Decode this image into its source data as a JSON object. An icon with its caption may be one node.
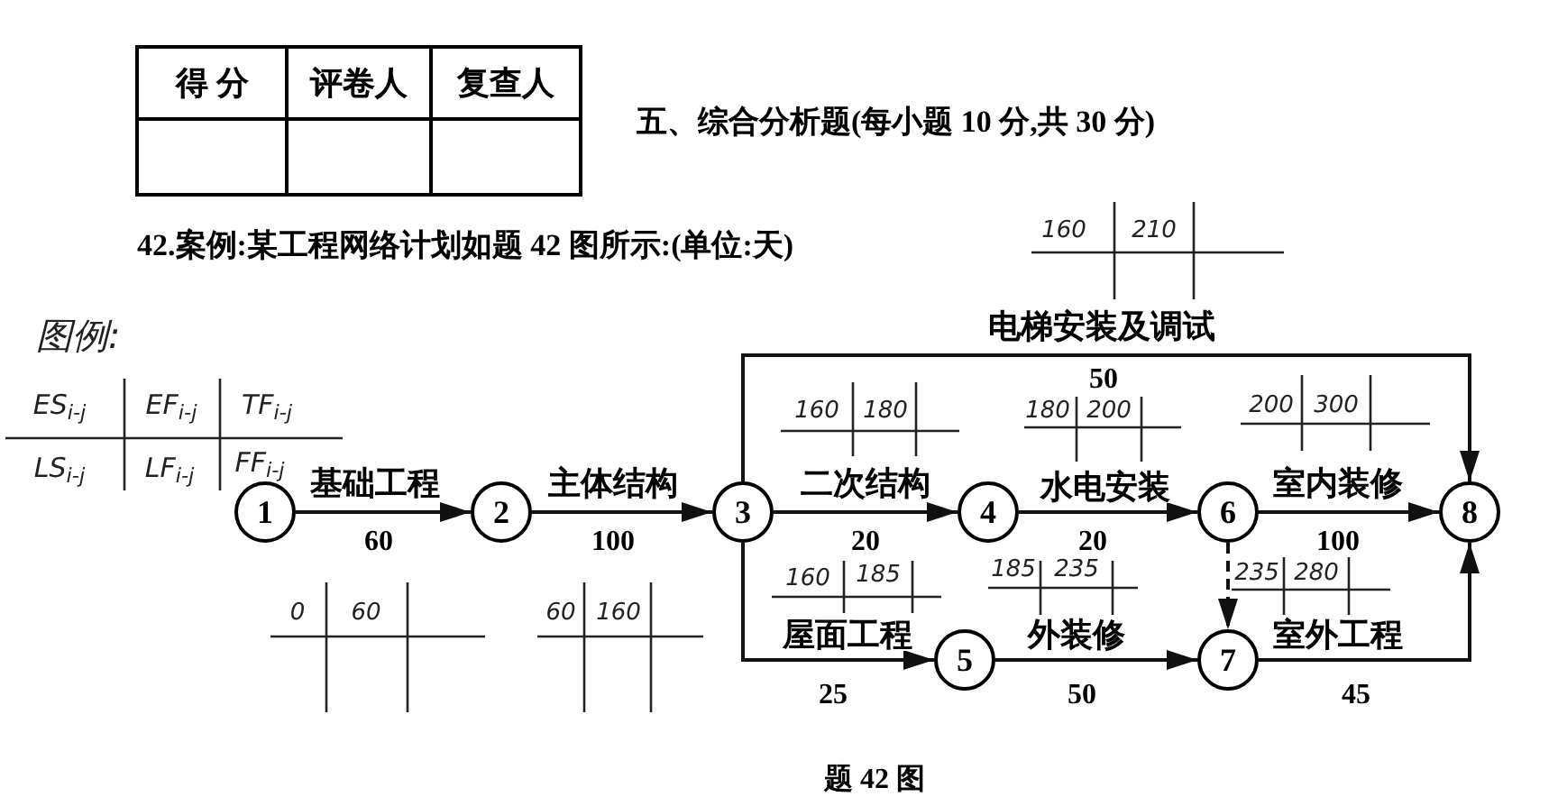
{
  "diagram": {
    "title": "五、综合分析题(每小题 10 分,共 30 分)",
    "caption": "题 42 图",
    "nodes": [
      {
        "text": [
          "1"
        ]
      },
      {
        "text": [
          "2"
        ]
      },
      {
        "text": [
          "3"
        ]
      },
      {
        "text": [
          "4"
        ]
      },
      {
        "text": [
          "5"
        ]
      },
      {
        "text": [
          "6"
        ]
      },
      {
        "text": [
          "7"
        ]
      },
      {
        "text": [
          "8"
        ]
      }
    ],
    "edges": [
      {
        "from": 0,
        "to": 1,
        "arrow": "to",
        "label": "基础工程"
      },
      {
        "from": 1,
        "to": 2,
        "arrow": "to",
        "label": "主体结构"
      },
      {
        "from": 2,
        "to": 7,
        "arrow": "to",
        "label": "电梯安装及调试"
      },
      {
        "from": 2,
        "to": 3,
        "arrow": "to",
        "label": "二次结构"
      },
      {
        "from": 3,
        "to": 5,
        "arrow": "to",
        "label": "水电安装"
      },
      {
        "from": 5,
        "to": 7,
        "arrow": "to",
        "label": "室内装修"
      },
      {
        "from": 2,
        "to": 4,
        "arrow": "to",
        "label": "屋面工程"
      },
      {
        "from": 4,
        "to": 6,
        "arrow": "to",
        "label": "外装修"
      },
      {
        "from": 5,
        "to": 6,
        "arrow": "to",
        "style": "dashed"
      },
      {
        "from": 6,
        "to": 7,
        "arrow": "to",
        "label": "室外工程"
      }
    ],
    "labels": [
      "得 分",
      "评卷人",
      "复查人",
      "42.案例:某工程网络计划如题 42 图所示:(单位:天)",
      "160",
      "210",
      "图例:",
      "ES$_{i-j}$",
      "EF$_{i-j}$",
      "TF$_{i-j}$",
      "LS$_{i-j}$",
      "LF$_{i-j}$",
      "FF$_{i-j}$",
      "50",
      "160",
      "180",
      "180",
      "200",
      "200",
      "300",
      "60",
      "100",
      "20",
      "20",
      "100",
      "160",
      "185",
      "185",
      "235",
      "235",
      "280",
      "0",
      "60",
      "60",
      "160",
      "25",
      "50",
      "45"
    ]
  }
}
